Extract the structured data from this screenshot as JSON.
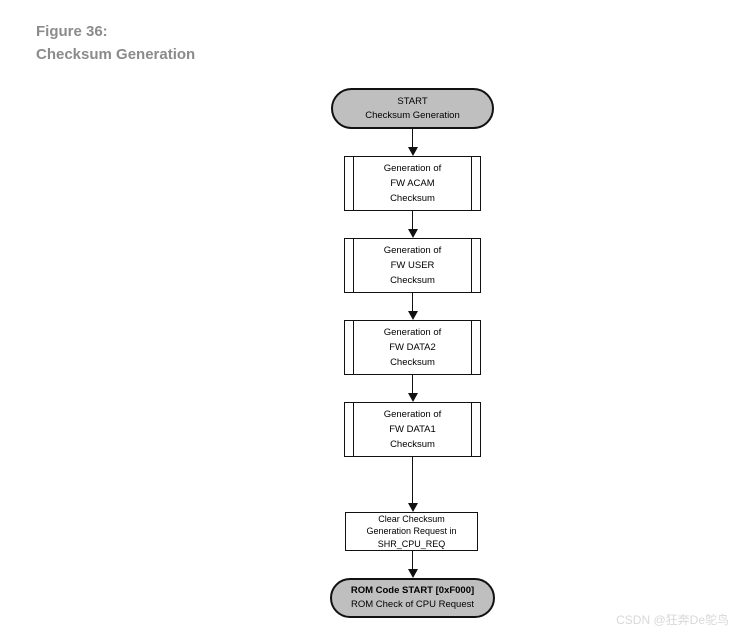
{
  "title": {
    "line1": "Figure 36:",
    "line2": "Checksum Generation"
  },
  "flowchart": {
    "start": {
      "line1": "START",
      "line2": "Checksum Generation"
    },
    "steps": [
      {
        "lines": [
          "Generation of",
          "FW ACAM",
          "Checksum"
        ]
      },
      {
        "lines": [
          "Generation of",
          "FW USER",
          "Checksum"
        ]
      },
      {
        "lines": [
          "Generation of",
          "FW DATA2",
          "Checksum"
        ]
      },
      {
        "lines": [
          "Generation of",
          "FW DATA1",
          "Checksum"
        ]
      }
    ],
    "clear": {
      "lines": [
        "Clear Checksum",
        "Generation Request in",
        "SHR_CPU_REQ"
      ]
    },
    "end": {
      "line1": "ROM Code START [0xF000]",
      "line2": "ROM Check of CPU Request"
    }
  },
  "watermark": "CSDN @狂奔De鸵鸟",
  "colors": {
    "terminal_fill": "#bfbfbf",
    "line": "#111111",
    "title_color": "#8b8b8b",
    "watermark_color": "#d8d8d8"
  }
}
